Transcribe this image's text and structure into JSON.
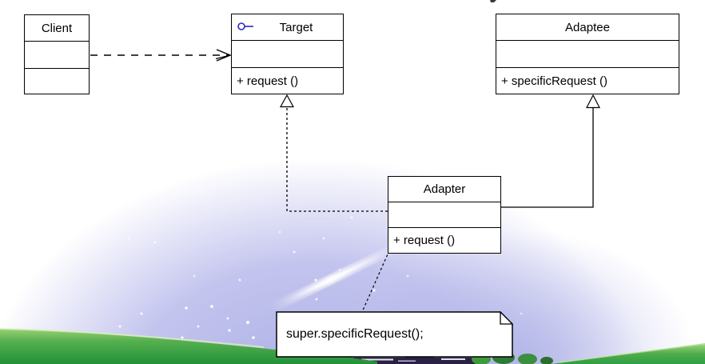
{
  "diagram": {
    "kind": "uml-class-diagram",
    "classes": {
      "client": {
        "name": "Client"
      },
      "target": {
        "name": "Target",
        "method": "+ request ()",
        "icon": "interface-lollipop-icon"
      },
      "adaptee": {
        "name": "Adaptee",
        "method": "+ specificRequest ()"
      },
      "adapter": {
        "name": "Adapter",
        "method": "+ request ()"
      }
    },
    "note": {
      "text": "super.specificRequest();"
    },
    "relationships": [
      {
        "type": "dependency",
        "from": "Client",
        "to": "Target",
        "line": "dashed",
        "head": "open-arrow"
      },
      {
        "type": "realization",
        "from": "Adapter",
        "to": "Target",
        "line": "dotted",
        "head": "hollow-triangle"
      },
      {
        "type": "generalization",
        "from": "Adapter",
        "to": "Adaptee",
        "line": "solid",
        "head": "hollow-triangle"
      },
      {
        "type": "note-anchor",
        "from": "note",
        "to": "Adapter",
        "line": "dotted",
        "head": "none"
      }
    ],
    "colors": {
      "box_fill": "#ffffff",
      "box_border": "#000000",
      "text": "#000000",
      "interface_icon": "#2b2bb4",
      "sky_lavender": "#b6b8e8",
      "grass_light": "#8cc968",
      "grass_dark": "#2f9e44",
      "water_strip": "#7e93b3",
      "roof": "#2a2144"
    }
  }
}
